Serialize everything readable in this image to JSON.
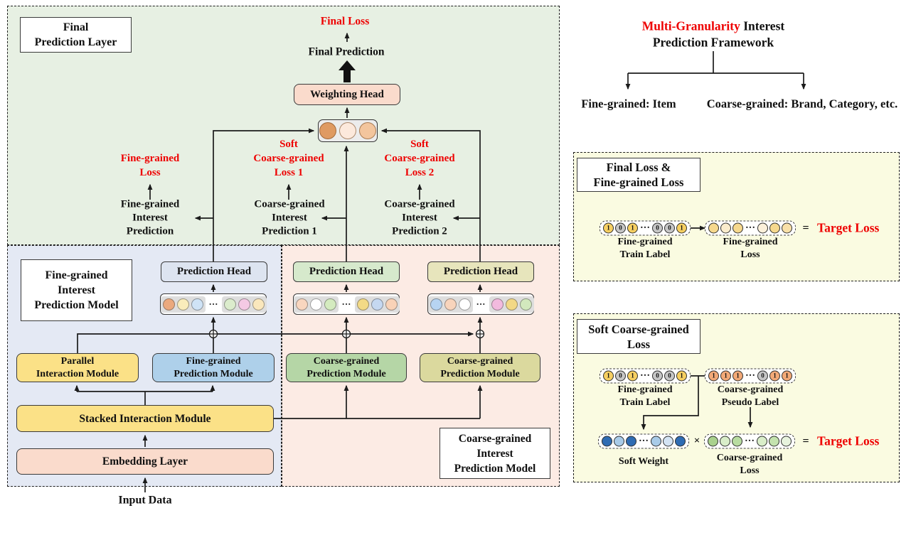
{
  "palette": {
    "accent_red": "#ee0000",
    "region_green": "#e7f0e3",
    "region_blue": "#e4e9f4",
    "region_pink": "#fcebe4",
    "panel_yellow": "#fafbe1",
    "module_yellow": "#fbe187",
    "module_blue": "#aed0ea",
    "module_green": "#b5d6a6",
    "module_olive": "#dbd99e",
    "head_bluegray": "#dde4f0",
    "head_green": "#d6e9cc",
    "head_olive": "#e7e5bc",
    "peach": "#fadbcc"
  },
  "diagram": {
    "layer_label": [
      "Final",
      "Prediction Layer"
    ],
    "final_loss": "Final Loss",
    "final_prediction": "Final Prediction",
    "weighting_head": "Weighting Head",
    "losses": {
      "fine": [
        "Fine-grained",
        "Loss"
      ],
      "soft1": [
        "Soft",
        "Coarse-grained",
        "Loss 1"
      ],
      "soft2": [
        "Soft",
        "Coarse-grained",
        "Loss 2"
      ]
    },
    "predictions": {
      "fine": [
        "Fine-grained",
        "Interest",
        "Prediction"
      ],
      "coarse1": [
        "Coarse-grained",
        "Interest",
        "Prediction 1"
      ],
      "coarse2": [
        "Coarse-grained",
        "Interest",
        "Prediction 2"
      ]
    },
    "fine_model_label": [
      "Fine-grained",
      "Interest",
      "Prediction Model"
    ],
    "coarse_model_label": [
      "Coarse-grained",
      "Interest",
      "Prediction Model"
    ],
    "head_label": "Prediction Head",
    "modules": {
      "parallel": [
        "Parallel",
        "Interaction Module"
      ],
      "fine": [
        "Fine-grained",
        "Prediction Module"
      ],
      "coarse1": [
        "Coarse-grained",
        "Prediction Module"
      ],
      "coarse2": [
        "Coarse-grained",
        "Prediction Module"
      ],
      "stacked": "Stacked Interaction Module",
      "embedding": "Embedding Layer"
    },
    "input_data": "Input Data",
    "vectors": {
      "weighting": [
        {
          "f": "#df9a62"
        },
        {
          "f": "#fce9dc"
        },
        {
          "f": "#f3c59d"
        }
      ],
      "fine": {
        "left": [
          "#eba97d",
          "#f9ecbb",
          "#cfe3f6"
        ],
        "right": [
          "#dbeccc",
          "#f4c9e4",
          "#fae7bc"
        ]
      },
      "coarse1": {
        "left": [
          "#f9d6bf",
          "#ffffff",
          "#d4ebbf"
        ],
        "right": [
          "#f3da86",
          "#c5d8f1",
          "#f9d2b7"
        ]
      },
      "coarse2": {
        "left": [
          "#b7d4f2",
          "#f8d4bc",
          "#ffffff"
        ],
        "right": [
          "#f2bade",
          "#f2d885",
          "#d2e8bd"
        ]
      }
    }
  },
  "framework": {
    "title_red": "Multi-Granularity",
    "title_rest": "Interest",
    "title_line2": "Prediction Framework",
    "leaf_fine": "Fine-grained: Item",
    "leaf_coarse": "Coarse-grained: Brand, Category, etc."
  },
  "panel_final": {
    "label": [
      "Final Loss &",
      "Fine-grained Loss"
    ],
    "train_label_row": [
      {
        "d": "1",
        "f": "#f6cf62"
      },
      {
        "d": "0",
        "f": "#c6c6c6"
      },
      {
        "d": "1",
        "f": "#f6cf62"
      },
      "dots",
      {
        "d": "0",
        "f": "#c6c6c6"
      },
      {
        "d": "0",
        "f": "#c6c6c6"
      },
      {
        "d": "1",
        "f": "#f6cf62"
      }
    ],
    "loss_row": [
      {
        "f": "#f6d88d"
      },
      {
        "f": "#faeccc"
      },
      {
        "f": "#f6d88d"
      },
      "dots",
      {
        "f": "#fbf0da"
      },
      {
        "f": "#f6d88d"
      },
      {
        "f": "#f8e0a8"
      }
    ],
    "train_caption": [
      "Fine-grained",
      "Train Label"
    ],
    "loss_caption": [
      "Fine-grained",
      "Loss"
    ],
    "equals": "=",
    "target_loss": "Target Loss"
  },
  "panel_soft": {
    "label": [
      "Soft Coarse-grained",
      "Loss"
    ],
    "train_label_row": [
      {
        "d": "1",
        "f": "#f6cf62"
      },
      {
        "d": "0",
        "f": "#c6c6c6"
      },
      {
        "d": "1",
        "f": "#f6cf62"
      },
      "dots",
      {
        "d": "0",
        "f": "#c6c6c6"
      },
      {
        "d": "0",
        "f": "#c6c6c6"
      },
      {
        "d": "1",
        "f": "#f6cf62"
      }
    ],
    "pseudo_label_row": [
      {
        "d": "1",
        "f": "#f2a977"
      },
      {
        "d": "1",
        "f": "#f2a977"
      },
      {
        "d": "1",
        "f": "#f2a977"
      },
      "dots",
      {
        "d": "0",
        "f": "#c6c6c6"
      },
      {
        "d": "1",
        "f": "#f2a977"
      },
      {
        "d": "1",
        "f": "#f2a977"
      }
    ],
    "soft_weight_row": [
      {
        "f": "#2f6cb3"
      },
      {
        "f": "#a9cbe8"
      },
      {
        "f": "#2f6cb3"
      },
      "dots",
      {
        "f": "#a9cbe8"
      },
      {
        "f": "#d3e3f3"
      },
      {
        "f": "#2f6cb3"
      }
    ],
    "coarse_loss_row": [
      {
        "f": "#a9d18d"
      },
      {
        "f": "#d9eec9"
      },
      {
        "f": "#b8dca1"
      },
      "dots",
      {
        "f": "#d9eec9"
      },
      {
        "f": "#c4e3ae"
      },
      {
        "f": "#e7f3dd"
      }
    ],
    "train_caption": [
      "Fine-grained",
      "Train Label"
    ],
    "pseudo_caption": [
      "Coarse-grained",
      "Pseudo Label"
    ],
    "soft_weight_caption": "Soft Weight",
    "coarse_loss_caption": [
      "Coarse-grained",
      "Loss"
    ],
    "times": "×",
    "equals": "=",
    "target_loss": "Target Loss"
  }
}
